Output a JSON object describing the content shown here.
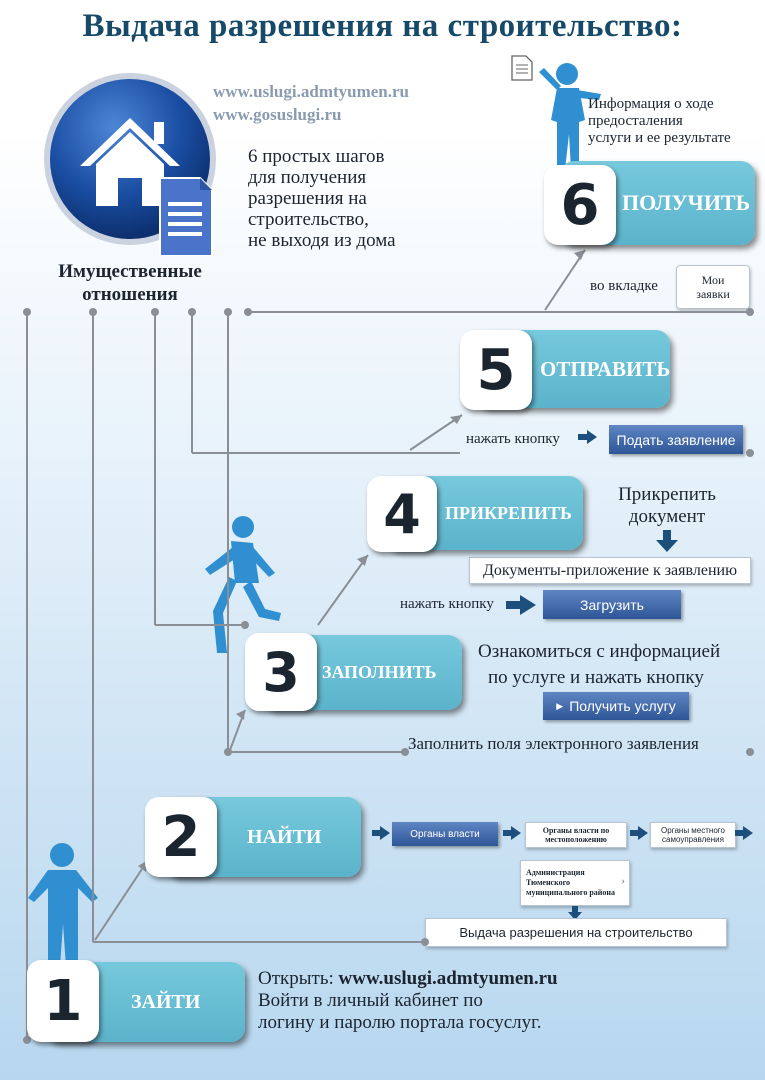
{
  "title": "Выдача разрешения на строительство:",
  "urls": [
    "www.uslugi.admtyumen.ru",
    "www.gosuslugi.ru"
  ],
  "intro_lines": [
    "6 простых шагов",
    "для получения",
    "разрешения на",
    "строительство,",
    "не выходя из дома"
  ],
  "department_lines": [
    "Имущественные",
    "отношения"
  ],
  "steps": [
    {
      "number": "1",
      "label": "ЗАЙТИ"
    },
    {
      "number": "2",
      "label": "НАЙТИ"
    },
    {
      "number": "3",
      "label": "ЗАПОЛНИТЬ"
    },
    {
      "number": "4",
      "label": "ПРИКРЕПИТЬ"
    },
    {
      "number": "5",
      "label": "ОТПРАВИТЬ"
    },
    {
      "number": "6",
      "label": "ПОЛУЧИТЬ"
    }
  ],
  "step1": {
    "open_prefix": "Открыть:",
    "open_url": "www.uslugi.admtyumen.ru",
    "login_lines": [
      "Войти в личный кабинет по",
      "логину и паролю портала госуслуг."
    ]
  },
  "step2": {
    "nav": [
      "Органы власти",
      "Органы власти по местоположению",
      "Органы местного самоуправления"
    ],
    "admin_lines": [
      "Администрация",
      "Тюменского",
      "муниципального района"
    ],
    "service": "Выдача разрешения на строительство"
  },
  "step3": {
    "info_lines": [
      "Ознакомиться с информацией",
      "по услуге и нажать кнопку"
    ],
    "button": "Получить услугу",
    "fill_text": "Заполнить поля электронного заявления"
  },
  "step4": {
    "attach_lines": [
      "Прикрепить",
      "документ"
    ],
    "docs_box": "Документы-приложение к заявлению",
    "press": "нажать кнопку",
    "button": "Загрузить"
  },
  "step5": {
    "press": "нажать кнопку",
    "button": "Подать заявление"
  },
  "step6": {
    "info_lines": [
      "Информация о ходе",
      "предосталения",
      "услуги и ее результате"
    ],
    "tab_text": "во вкладке",
    "tab_box_lines": [
      "Мои",
      "заявки"
    ]
  },
  "colors": {
    "title": "#174a68",
    "action": "#5bb3cb",
    "person": "#2f8fd0",
    "globe": "#1a4ea3"
  }
}
